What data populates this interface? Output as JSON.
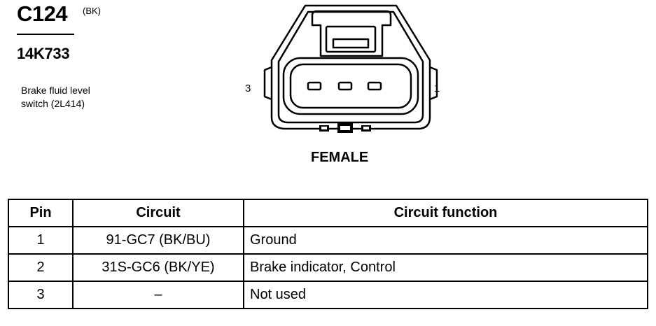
{
  "connector": {
    "id": "C124",
    "color_code": "(BK)",
    "part_number": "14K733",
    "description_lines": [
      "Brake fluid level",
      "switch (2L414)"
    ],
    "pin_left_label": "3",
    "pin_right_label": "1",
    "gender": "FEMALE"
  },
  "table": {
    "headers": [
      "Pin",
      "Circuit",
      "Circuit function"
    ],
    "rows": [
      [
        "1",
        "91-GC7 (BK/BU)",
        "Ground"
      ],
      [
        "2",
        "31S-GC6 (BK/YE)",
        "Brake indicator, Control"
      ],
      [
        "3",
        "–",
        "Not used"
      ]
    ]
  }
}
